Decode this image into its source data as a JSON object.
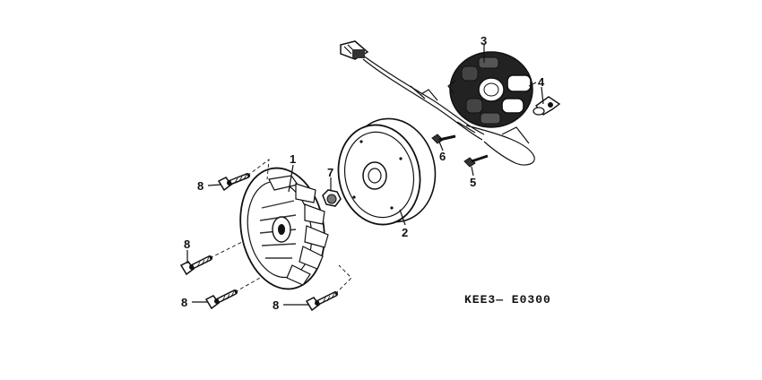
{
  "callouts": {
    "p1": "1",
    "p2": "2",
    "p3": "3",
    "p4": "4",
    "p5": "5",
    "p6": "6",
    "p7": "7",
    "p8a": "8",
    "p8b": "8",
    "p8c": "8",
    "p8d": "8"
  },
  "diagram_code": "KEE3— E0300"
}
